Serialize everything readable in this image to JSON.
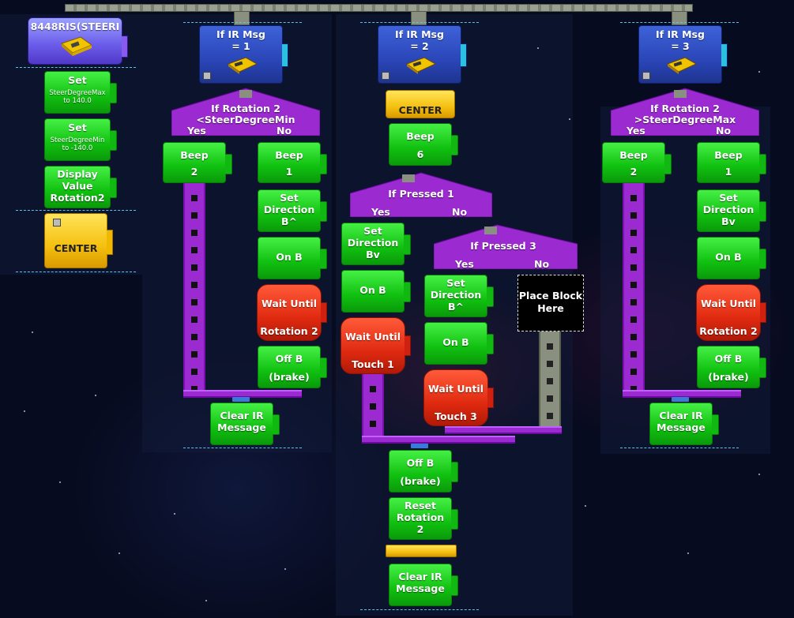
{
  "program": {
    "title_block": {
      "label": "8448RIS(STEERI"
    },
    "init_stack": {
      "set_max": {
        "title": "Set",
        "detail1": "SteerDegreeMax",
        "detail2": "to 140.0"
      },
      "set_min": {
        "title": "Set",
        "detail1": "SteerDegreeMin",
        "detail2": "to -140.0"
      },
      "display": {
        "line1": "Display",
        "line2": "Value",
        "line3": "Rotation2"
      },
      "center": {
        "label": "CENTER"
      }
    }
  },
  "branch1": {
    "if_ir": {
      "line1": "If IR Msg",
      "line2": "= 1"
    },
    "cond": {
      "line1": "If Rotation 2",
      "line2": "<SteerDegreeMin",
      "yes": "Yes",
      "no": "No"
    },
    "yes_beep": {
      "title": "Beep",
      "value": "2"
    },
    "no_beep": {
      "title": "Beep",
      "value": "1"
    },
    "set_dir": {
      "line1": "Set",
      "line2": "Direction",
      "line3": "B^"
    },
    "on_b": {
      "label": "On B"
    },
    "wait": {
      "line1": "Wait Until",
      "line2": "Rotation 2"
    },
    "off_b": {
      "line1": "Off B",
      "line2": "(brake)"
    },
    "clear": {
      "line1": "Clear IR",
      "line2": "Message"
    }
  },
  "branch2": {
    "if_ir": {
      "line1": "If IR Msg",
      "line2": "= 2"
    },
    "center": {
      "label": "CENTER"
    },
    "beep": {
      "title": "Beep",
      "value": "6"
    },
    "cond1": {
      "line1": "If Pressed 1",
      "yes": "Yes",
      "no": "No"
    },
    "set_dir_down": {
      "line1": "Set",
      "line2": "Direction",
      "line3": "Bv"
    },
    "on_b1": {
      "label": "On B"
    },
    "wait_touch1": {
      "line1": "Wait Until",
      "line2": "Touch 1"
    },
    "cond3": {
      "line1": "If Pressed 3",
      "yes": "Yes",
      "no": "No"
    },
    "set_dir_up": {
      "line1": "Set",
      "line2": "Direction",
      "line3": "B^"
    },
    "on_b2": {
      "label": "On B"
    },
    "wait_touch3": {
      "line1": "Wait Until",
      "line2": "Touch 3"
    },
    "placeholder": {
      "line1": "Place Block",
      "line2": "Here"
    },
    "off_b": {
      "line1": "Off B",
      "line2": "(brake)"
    },
    "reset": {
      "line1": "Reset",
      "line2": "Rotation",
      "line3": "2"
    },
    "clear": {
      "line1": "Clear IR",
      "line2": "Message"
    }
  },
  "branch3": {
    "if_ir": {
      "line1": "If IR Msg",
      "line2": "= 3"
    },
    "cond": {
      "line1": "If Rotation 2",
      "line2": ">SteerDegreeMax",
      "yes": "Yes",
      "no": "No"
    },
    "yes_beep": {
      "title": "Beep",
      "value": "2"
    },
    "no_beep": {
      "title": "Beep",
      "value": "1"
    },
    "set_dir": {
      "line1": "Set",
      "line2": "Direction",
      "line3": "Bv"
    },
    "on_b": {
      "label": "On B"
    },
    "wait": {
      "line1": "Wait Until",
      "line2": "Rotation 2"
    },
    "off_b": {
      "line1": "Off B",
      "line2": "(brake)"
    },
    "clear": {
      "line1": "Clear IR",
      "line2": "Message"
    }
  },
  "icons": {
    "ir_tower": "ir-tower-icon",
    "rcx": "rcx-brick-icon"
  },
  "colors": {
    "action": "#10c010",
    "wait": "#e02a10",
    "decision": "#9b2ad0",
    "ir_event": "#2a46b8",
    "subroutine": "#f5c010"
  }
}
